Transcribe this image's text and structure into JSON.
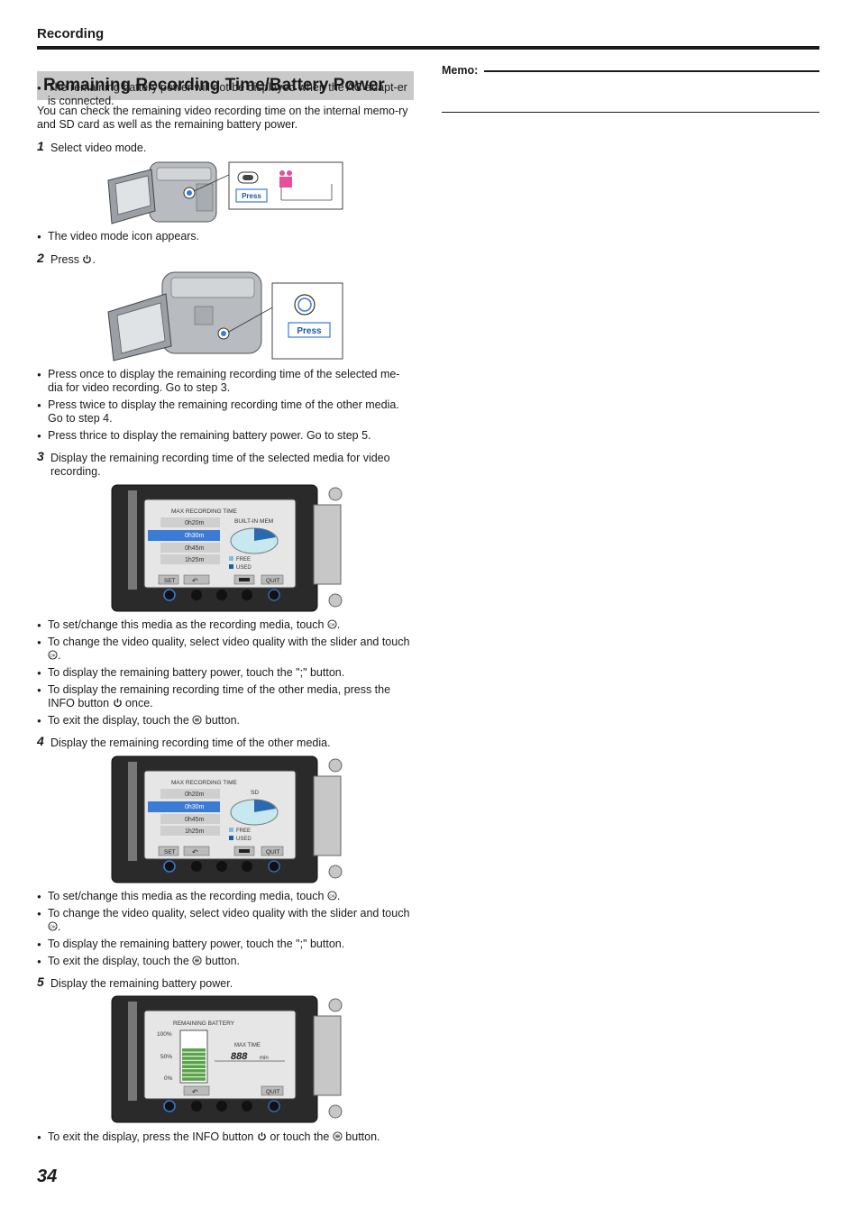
{
  "header": {
    "section": "Recording"
  },
  "title": "Remaining Recording Time/Battery Power",
  "intro": "You can check the remaining video recording time on the internal memo-ry and SD card as well as the remaining battery power.",
  "steps": [
    {
      "num": "1",
      "text": "Select video mode."
    },
    {
      "num": "2",
      "text": "Press"
    },
    {
      "num": "3",
      "text": "Display the remaining recording time of the selected media for video recording."
    },
    {
      "num": "4",
      "text": "Display the remaining recording time of the other media."
    },
    {
      "num": "5",
      "text": "Display the remaining battery power."
    }
  ],
  "step1_bullets": [
    "The video mode icon appears."
  ],
  "step2_bullets": [
    "Press once to display the remaining recording time of the selected me-dia for video recording. Go to step 3.",
    "Press twice to display the remaining recording time of the other media. Go to step 4.",
    "Press thrice to display the remaining battery power. Go to step 5."
  ],
  "step3_bullets": [
    "To set/change this media as the recording media, touch",
    "To change the video quality, select video quality with the slider and touch",
    "To display the remaining battery power, touch the \";\" button.",
    "To display the remaining recording time of the other media, press the INFO button",
    "To exit the display, touch the"
  ],
  "step3_suffix": {
    "info": " once.",
    "exit": " button."
  },
  "step4_bullets": [
    "To set/change this media as the recording media, touch",
    "To change the video quality, select video quality with the slider and touch",
    "To display the remaining battery power, touch the \";\" button.",
    "To exit the display, touch the"
  ],
  "step4_suffix": {
    "exit": " button."
  },
  "step5_bullets": [
    "To exit the display, press the INFO button"
  ],
  "step5_suffix": {
    "mid": " or touch the",
    "end": " button."
  },
  "memo": {
    "label": "Memo:",
    "items": [
      "The remaining battery power will not be displayed when the AC adapt-er is connected."
    ]
  },
  "fig1": {
    "press": "Press"
  },
  "fig2": {
    "press": "Press"
  },
  "lcd_recording": {
    "title": "MAX RECORDING TIME",
    "rows": [
      "0h20m",
      "0h30m",
      "0h45m",
      "1h25m"
    ],
    "media_internal": "BUILT-IN MEM",
    "media_sd": "SD",
    "legend_free": "FREE",
    "legend_used": "USED",
    "btn_set": "SET",
    "btn_quit": "QUIT"
  },
  "lcd_battery": {
    "title": "REMAINING BATTERY",
    "levels": [
      "100%",
      "50%",
      "0%"
    ],
    "max_time": "MAX TIME",
    "value": "888",
    "unit": "min",
    "btn_quit": "QUIT"
  },
  "page_number": "34",
  "colors": {
    "title_bg": "#c9c9c9",
    "highlight": "#3a7bd5",
    "press_pink": "#e6509b"
  }
}
